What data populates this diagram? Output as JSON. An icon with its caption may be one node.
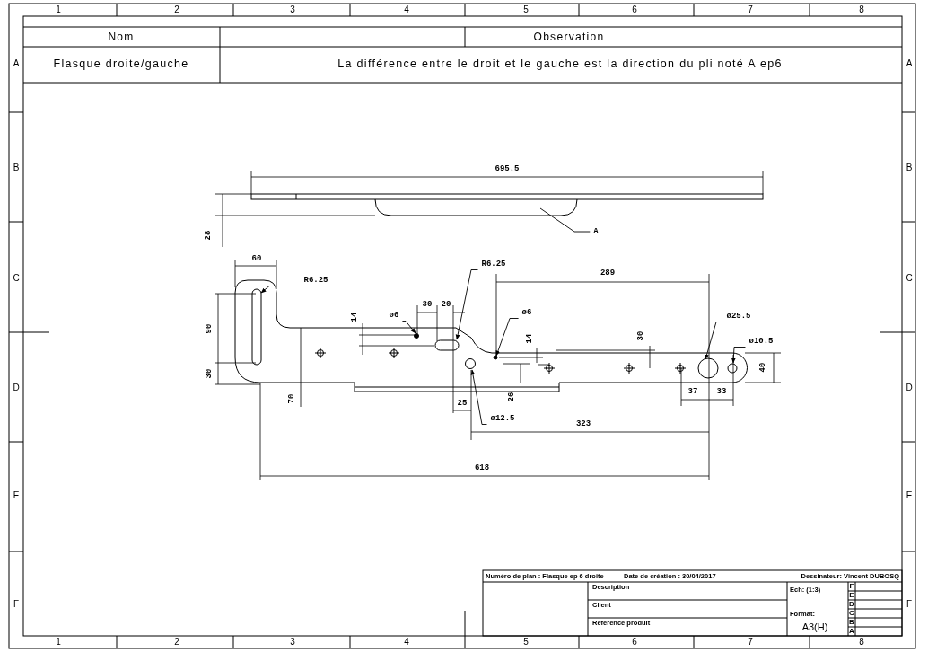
{
  "diagram": {
    "nodes": [
      {
        "text": [
          "A"
        ]
      },
      {
        "text": [
          "R6.25"
        ]
      },
      {
        "text": [
          "R6.25"
        ]
      },
      {
        "text": [
          "ø6"
        ]
      },
      {
        "text": [
          "ø6"
        ]
      },
      {
        "text": [
          "ø25.5"
        ]
      },
      {
        "text": [
          "ø10.5"
        ]
      },
      {
        "text": [
          "ø12.5"
        ]
      }
    ],
    "edges": [
      {
        "from": 0,
        "to": null,
        "arrow": "none"
      },
      {
        "from": 1,
        "to": null,
        "arrow": "to"
      },
      {
        "from": 2,
        "to": null,
        "arrow": "to"
      },
      {
        "from": 3,
        "to": null,
        "arrow": "to"
      },
      {
        "from": 4,
        "to": null,
        "arrow": "to"
      },
      {
        "from": 5,
        "to": null,
        "arrow": "to"
      },
      {
        "from": 6,
        "to": null,
        "arrow": "to"
      },
      {
        "from": 7,
        "to": null,
        "arrow": "to"
      }
    ],
    "labels": [
      "1",
      "2",
      "3",
      "4",
      "5",
      "6",
      "7",
      "8",
      "Nom",
      "Observation",
      "A",
      "Flasque droite/gauche",
      "La différence entre le droit et le gauche est la direction du pli noté A ep6",
      "A",
      "B",
      "695.5",
      "B",
      "28",
      "60",
      "289",
      "C",
      "C",
      "30",
      "20",
      "90",
      "14",
      "14",
      "30",
      "30",
      "40",
      "D",
      "70",
      "25",
      "26",
      "37",
      "33",
      "D",
      "323",
      "618",
      "E",
      "E",
      "Numéro de plan : Flasque ep 6 droite",
      "Date de création : 30/04/2017",
      "Dessinateur: Vincent DUBOSQ",
      "Description",
      "Ech: (1:3)",
      "F",
      "E",
      "F",
      "Client",
      "D",
      "F",
      "Format:",
      "C",
      "Référence produit",
      "A3(H)",
      "B",
      "A",
      "1",
      "2",
      "3",
      "4",
      "5",
      "6",
      "7",
      "8"
    ]
  }
}
